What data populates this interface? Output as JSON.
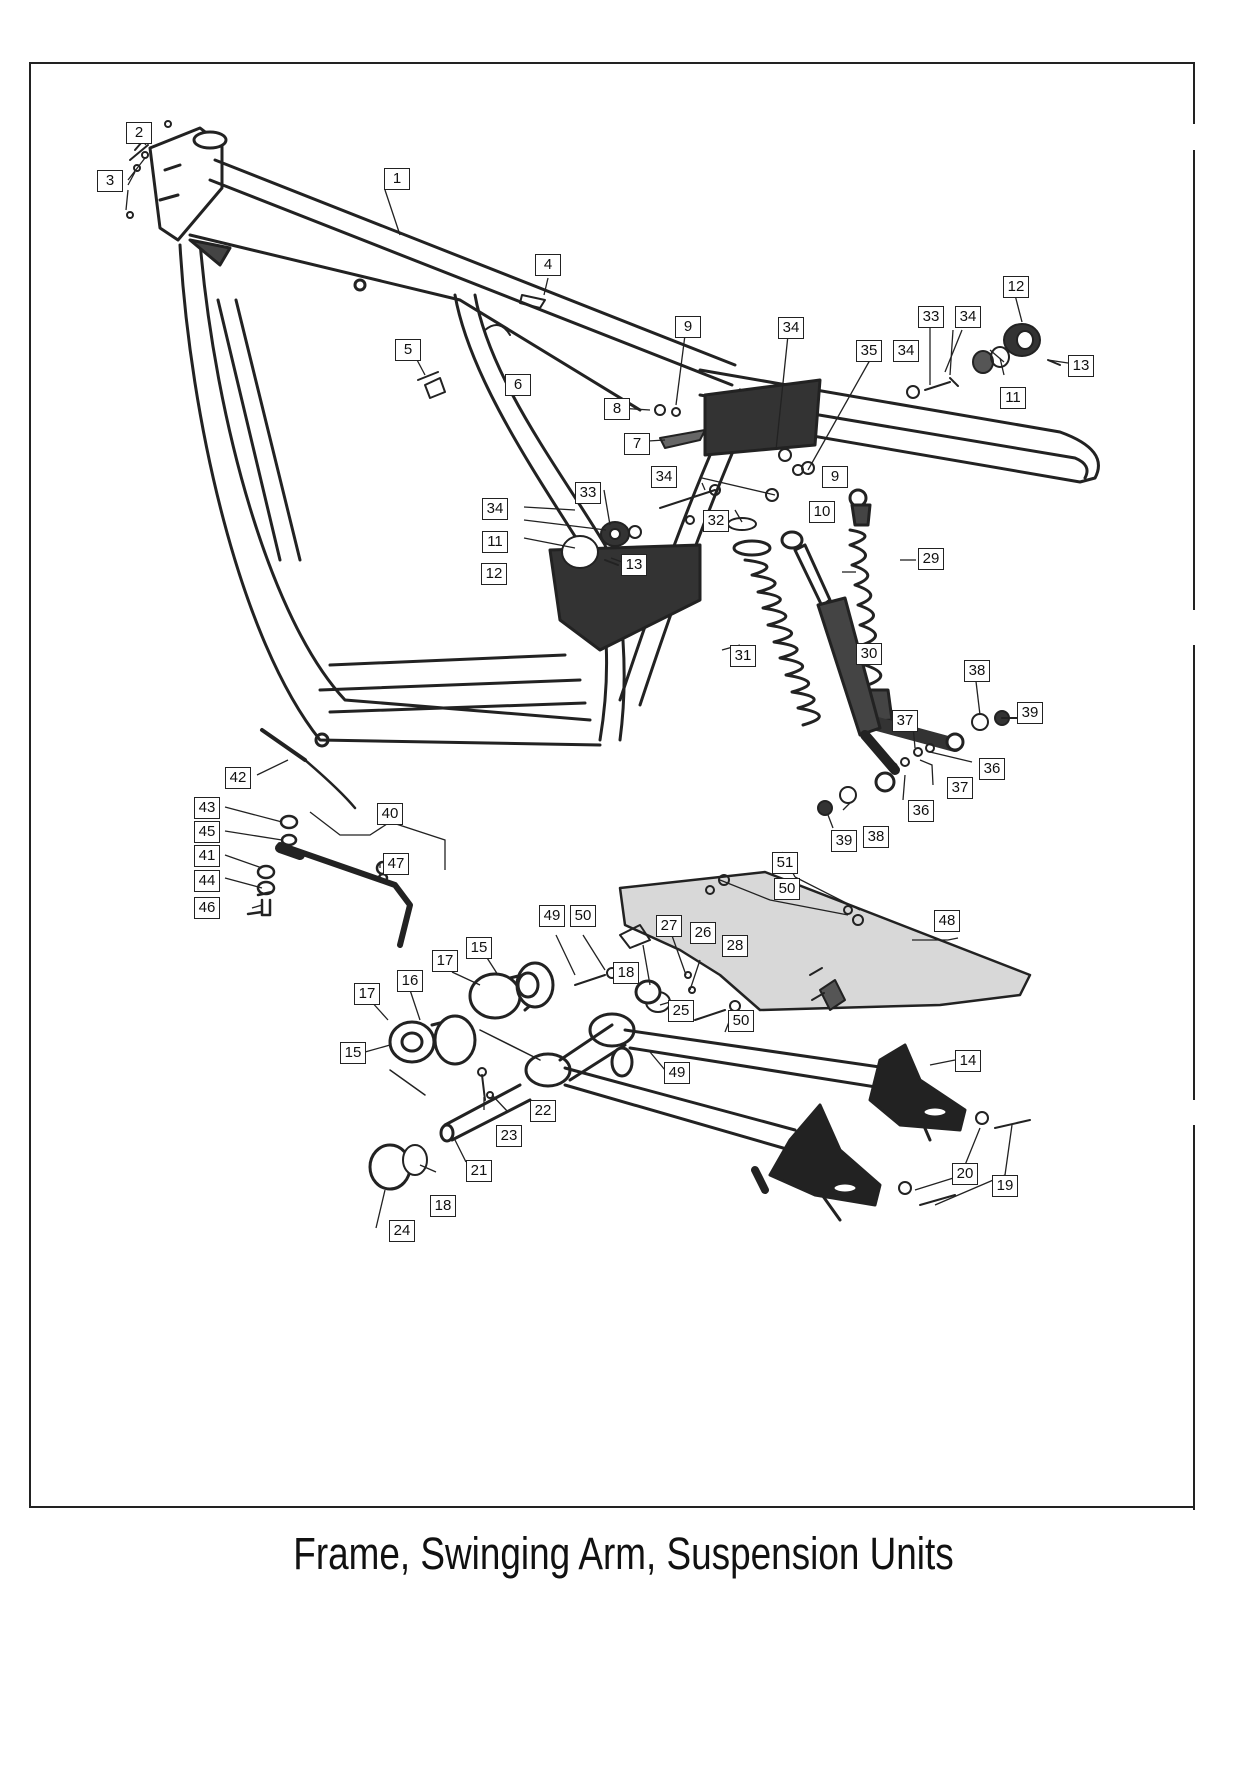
{
  "caption": "Frame, Swinging Arm, Suspension Units",
  "labels": {
    "l1": "1",
    "l2": "2",
    "l3": "3",
    "l4": "4",
    "l5": "5",
    "l6": "6",
    "l7": "7",
    "l8": "8",
    "l9a": "9",
    "l9b": "9",
    "l10": "10",
    "l11a": "11",
    "l11b": "11",
    "l12a": "12",
    "l12b": "12",
    "l13a": "13",
    "l13b": "13",
    "l14": "14",
    "l15a": "15",
    "l15b": "15",
    "l16": "16",
    "l17a": "17",
    "l17b": "17",
    "l18a": "18",
    "l18b": "18",
    "l19": "19",
    "l20": "20",
    "l21": "21",
    "l22": "22",
    "l23": "23",
    "l24": "24",
    "l25": "25",
    "l26": "26",
    "l27": "27",
    "l28": "28",
    "l29": "29",
    "l30": "30",
    "l31": "31",
    "l32": "32",
    "l33a": "33",
    "l33b": "33",
    "l34a": "34",
    "l34b": "34",
    "l34c": "34",
    "l34d": "34",
    "l34e": "34",
    "l35": "35",
    "l36a": "36",
    "l36b": "36",
    "l37a": "37",
    "l37b": "37",
    "l38a": "38",
    "l38b": "38",
    "l39a": "39",
    "l39b": "39",
    "l40": "40",
    "l41": "41",
    "l42": "42",
    "l43": "43",
    "l44": "44",
    "l45": "45",
    "l46": "46",
    "l47": "47",
    "l48": "48",
    "l49a": "49",
    "l49b": "49",
    "l50a": "50",
    "l50b": "50",
    "l50c": "50",
    "l51": "51"
  }
}
